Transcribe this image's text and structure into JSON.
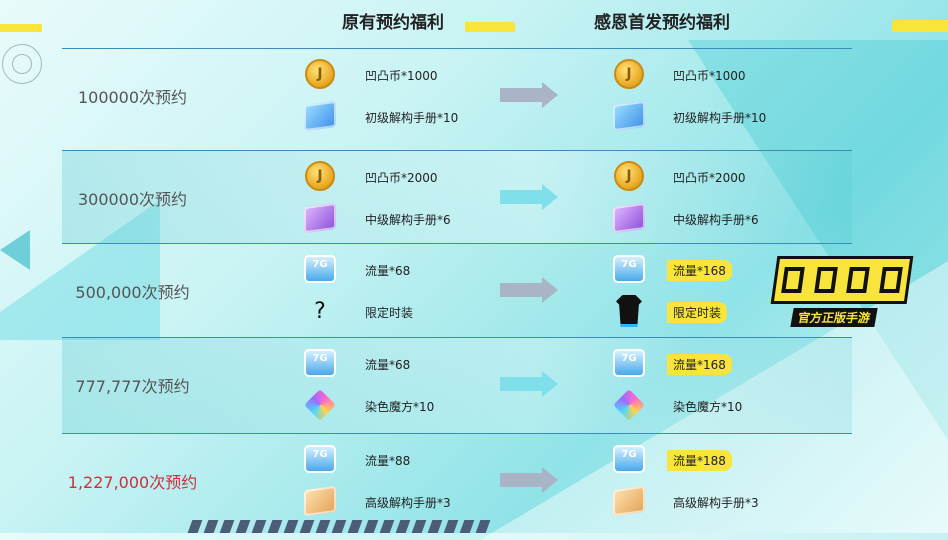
{
  "headers": {
    "original": "原有预约福利",
    "thanks": "感恩首发预约福利"
  },
  "tiers": [
    {
      "label": "100000次预约",
      "original": [
        {
          "icon": "coin-icon",
          "text": "凹凸币*1000"
        },
        {
          "icon": "blue-manual-icon",
          "text": "初级解构手册*10"
        }
      ],
      "thanks": [
        {
          "icon": "coin-icon",
          "text": "凹凸币*1000",
          "highlight": false
        },
        {
          "icon": "blue-manual-icon",
          "text": "初级解构手册*10",
          "highlight": false
        }
      ]
    },
    {
      "label": "300000次预约",
      "original": [
        {
          "icon": "coin-icon",
          "text": "凹凸币*2000"
        },
        {
          "icon": "purple-manual-icon",
          "text": "中级解构手册*6"
        }
      ],
      "thanks": [
        {
          "icon": "coin-icon",
          "text": "凹凸币*2000",
          "highlight": false
        },
        {
          "icon": "purple-manual-icon",
          "text": "中级解构手册*6",
          "highlight": false
        }
      ]
    },
    {
      "label": "500,000次预约",
      "original": [
        {
          "icon": "data-chip-icon",
          "text": "流量*68"
        },
        {
          "icon": "question-mark-icon",
          "text": "限定时装"
        }
      ],
      "thanks": [
        {
          "icon": "data-chip-icon",
          "text": "流量*168",
          "highlight": true
        },
        {
          "icon": "outfit-icon",
          "text": "限定时装",
          "highlight": true
        }
      ]
    },
    {
      "label": "777,777次预约",
      "original": [
        {
          "icon": "data-chip-icon",
          "text": "流量*68"
        },
        {
          "icon": "dye-cube-icon",
          "text": "染色魔方*10"
        }
      ],
      "thanks": [
        {
          "icon": "data-chip-icon",
          "text": "流量*168",
          "highlight": true
        },
        {
          "icon": "dye-cube-icon",
          "text": "染色魔方*10",
          "highlight": false
        }
      ]
    },
    {
      "label": "1,227,000次预约",
      "original": [
        {
          "icon": "data-chip-icon",
          "text": "流量*88"
        },
        {
          "icon": "gold-manual-icon",
          "text": "高级解构手册*3"
        }
      ],
      "thanks": [
        {
          "icon": "data-chip-icon",
          "text": "流量*188",
          "highlight": true
        },
        {
          "icon": "gold-manual-icon",
          "text": "高级解构手册*3",
          "highlight": false
        }
      ]
    }
  ],
  "chip_glyph": "7G",
  "coin_glyph": "J",
  "question_glyph": "?",
  "logo": {
    "slogan": "官方正版手游"
  },
  "colors": {
    "highlight": "#f8e43a",
    "tier_highlight": "#c8323a",
    "separator": "#3b8db8"
  }
}
